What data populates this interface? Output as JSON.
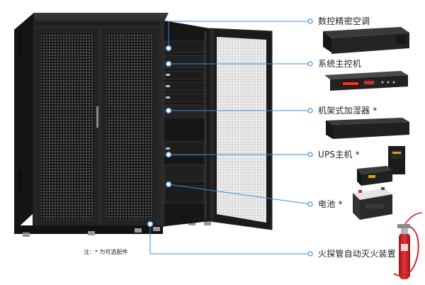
{
  "components": [
    {
      "id": "precision-ac",
      "label": "数控精密空调"
    },
    {
      "id": "main-controller",
      "label": "系统主控机"
    },
    {
      "id": "humidifier",
      "label": "机架式加湿器 *"
    },
    {
      "id": "ups",
      "label": "UPS主机 *"
    },
    {
      "id": "battery",
      "label": "电池 *"
    },
    {
      "id": "fire-suppression",
      "label": "火探管自动灭火装置"
    }
  ],
  "note": "注：* 为可选配件",
  "colors": {
    "callout_line": "#3b8fd6",
    "cabinet": "#1c1c1c",
    "cabinet_edge": "#2b2b2b",
    "extinguisher": "#d8262b"
  }
}
